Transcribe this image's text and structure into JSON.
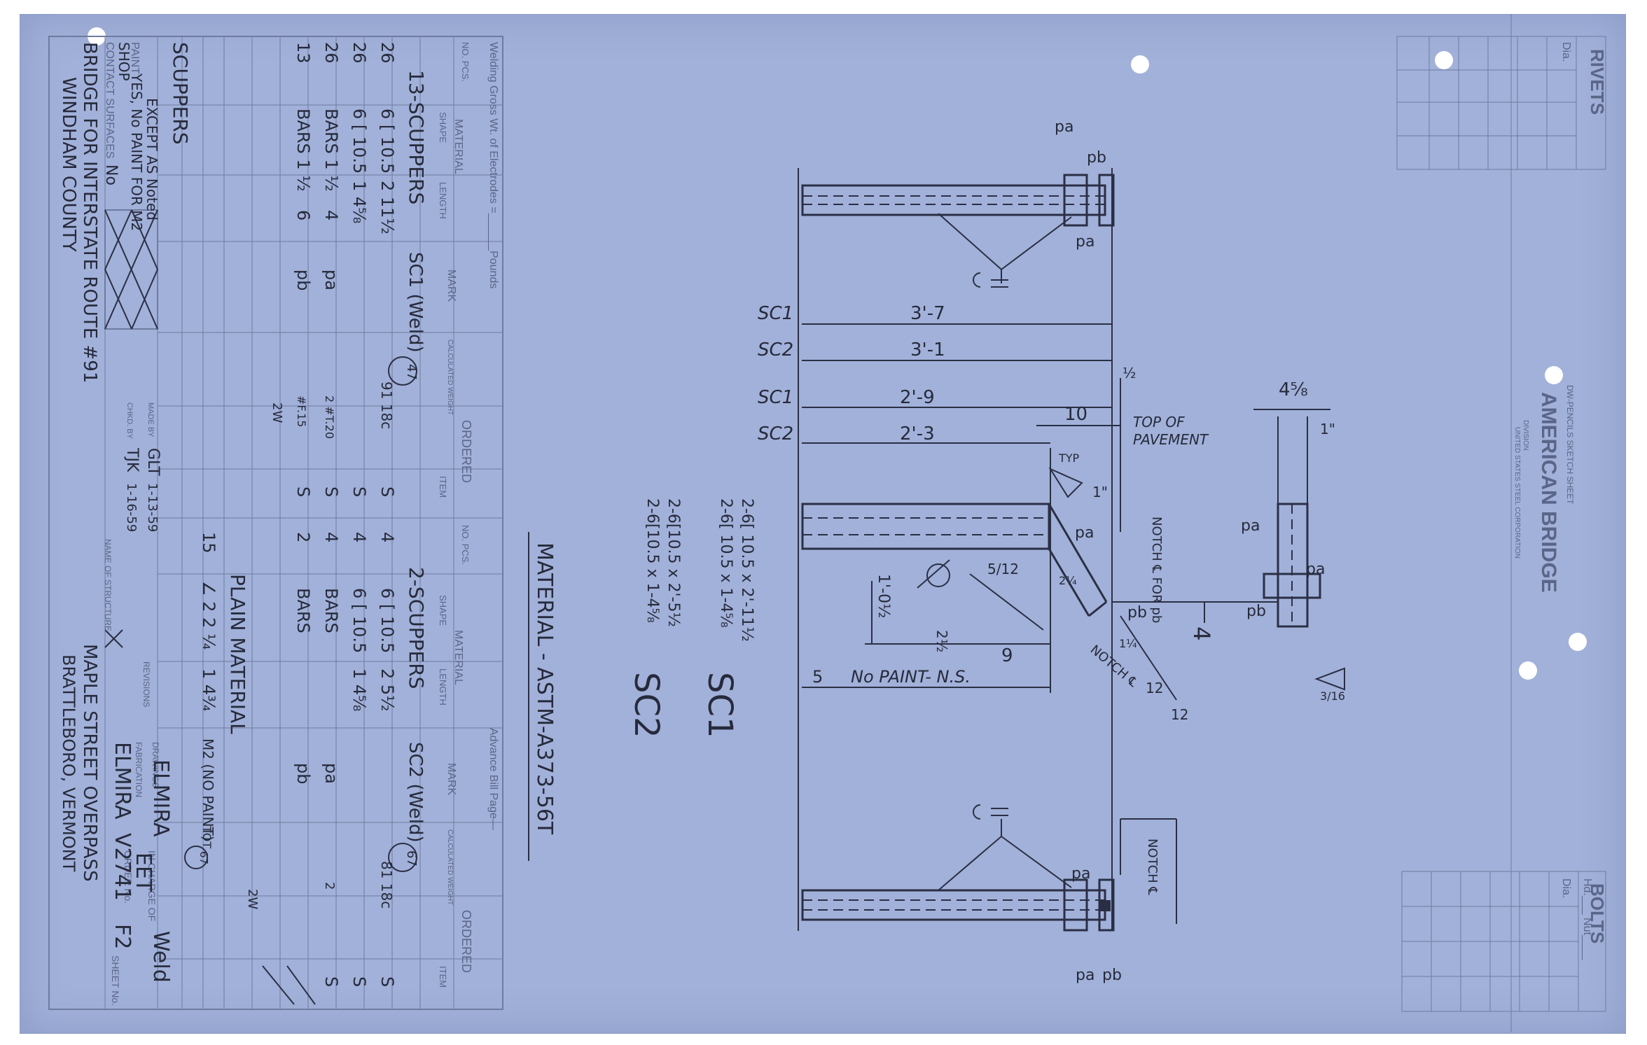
{
  "title_block": {
    "sheet_type": "DW-PENCILS SKETCH SHEET",
    "company": "AMERICAN BRIDGE",
    "division": "DIVISION",
    "parent": "UNITED STATES STEEL CORPORATION",
    "rivets_header": "RIVETS",
    "rivets_dia": "Dia.",
    "bolts_header": "BOLTS",
    "bolts_dia": "Dia.",
    "bolts_hd_nut": "Hd.___ Nut____"
  },
  "dimensions": {
    "sc1_label_a": "SC1",
    "sc1_len_a": "3'-7",
    "sc2_label_a": "SC2",
    "sc2_len_a": "3'-1",
    "sc1_label_b": "SC1",
    "sc1_len_b": "2'-9",
    "sc2_label_b": "SC2",
    "sc2_len_b": "2'-3",
    "ten": "10",
    "half": "½",
    "top_of_pavement_1": "TOP OF",
    "top_of_pavement_2": "PAVEMENT",
    "four_5_8": "4⅝",
    "one_inch": "1\"",
    "four": "4",
    "notch_text": "NOTCH ℄ FOR pb",
    "one_ft": "1'-0½",
    "two_half": "2½",
    "nine": "9",
    "notch_cl": "NOTCH ℄",
    "five_12": "5/12",
    "twelve_a": "12",
    "twelve_b": "12",
    "five": "5",
    "no_paint": "No PAINT- N.S.",
    "notch_cl_2": "NOTCH ℄",
    "pa": "pa",
    "pb": "pb",
    "typ": "TYP",
    "weld_3_16": "3/16",
    "one_q": "1¼",
    "two_q": "2¼"
  },
  "notes": {
    "material_spec": "MATERIAL - ASTM-A373-56T",
    "sc1_line1": "2-6[ 10.5 x 2'-11½",
    "sc1_line2": "2-6[ 10.5 x 1-4⅝",
    "sc1_mark": "SC1",
    "sc2_line1": "2-6[10.5 x 2'-5½",
    "sc2_line2": "2-6[10.5 x 1-4⅝",
    "sc2_mark": "SC2"
  },
  "bill": {
    "welding_note": "Welding Gross Wt. of Electrodes =______Pounds",
    "advance_bill": "Advance Bill Page—",
    "headers": [
      "NO. PCS.",
      "SHAPE",
      "MATERIAL",
      "LENGTH",
      "MARK",
      "CALCULATED WEIGHT",
      "ORDERED",
      "ITEM"
    ],
    "group1_title": "13-SCUPPERS",
    "group1_mark": "SC1 (Weld)",
    "group1_circle": "47",
    "group1_rows": [
      {
        "pcs": "26",
        "shape": "6 [ 10.5",
        "length": "2 11½",
        "mark": "",
        "wt": "91 18c",
        "item": "S"
      },
      {
        "pcs": "26",
        "shape": "6 [ 10.5",
        "length": "1 4⅝",
        "mark": "",
        "wt": "",
        "item": "S"
      },
      {
        "pcs": "26",
        "shape": "BARS 1 ½",
        "length": "4",
        "mark": "pa",
        "wt": "2 #T.20",
        "item": "S"
      },
      {
        "pcs": "13",
        "shape": "BARS 1 ½",
        "length": "6",
        "mark": "pb",
        "wt": "#F.15",
        "item": "S"
      }
    ],
    "group1_total": "2W",
    "group2_title": "2-SCUPPERS",
    "group2_mark": "SC2 (Weld)",
    "group2_circle": "67",
    "group2_rows": [
      {
        "pcs": "4",
        "shape": "6 [ 10.5",
        "length": "2 5½",
        "mark": "",
        "wt": "81 18c",
        "item": "S"
      },
      {
        "pcs": "4",
        "shape": "6 [ 10.5",
        "length": "1 4⅝",
        "mark": "",
        "wt": "",
        "item": "S"
      },
      {
        "pcs": "4",
        "shape": "BARS",
        "length": "",
        "mark": "pa",
        "wt": "2",
        "item": "S"
      },
      {
        "pcs": "2",
        "shape": "BARS",
        "length": "",
        "mark": "pb",
        "wt": "",
        "item": ""
      }
    ],
    "group2_total": "2W",
    "plain_material": "PLAIN MATERIAL",
    "plain_row": {
      "pcs": "15",
      "shape": "∠ 2 2 ¼",
      "length": "1 4¾",
      "mark": "M2 (NO PAINT)",
      "wt": "TOT",
      "circle": "67"
    }
  },
  "footer": {
    "scuppers": "SCUPPERS",
    "except": "EXCEPT AS Noted",
    "paint_label": "PAINT",
    "paint_val": "YES, No PAINT FOR M2",
    "shop_label": "SHOP",
    "contact_label": "CONTACT SURFACES",
    "contact_val": "No",
    "bridge_line1": "BRIDGE FOR INTERSTATE ROUTE #91",
    "bridge_line2": "WINDHAM COUNTY",
    "made_by_label": "MADE BY",
    "made_by": "GLT",
    "made_date": "1-13-59",
    "chkd_label": "CHKD. BY",
    "chkd_by": "TJK",
    "chkd_date": "1-16-59",
    "revisions": "REVISIONS",
    "structure_label": "NAME OF STRUCTURE",
    "structure1": "MAPLE STREET OVERPASS",
    "structure2": "BRATTLEBORO, VERMONT",
    "fabrication_label": "FABRICATION",
    "fabrication": "ELMIRA",
    "in_charge_label": "IN CHARGE OF",
    "in_charge": "EET",
    "order_label": "ORDER No.",
    "order_plant": "ELMIRA",
    "order_no": "V2741",
    "sheet_label": "SHEET No.",
    "sheet_no": "F2",
    "weld": "Weld",
    "drawings": "DRAWINGS"
  }
}
